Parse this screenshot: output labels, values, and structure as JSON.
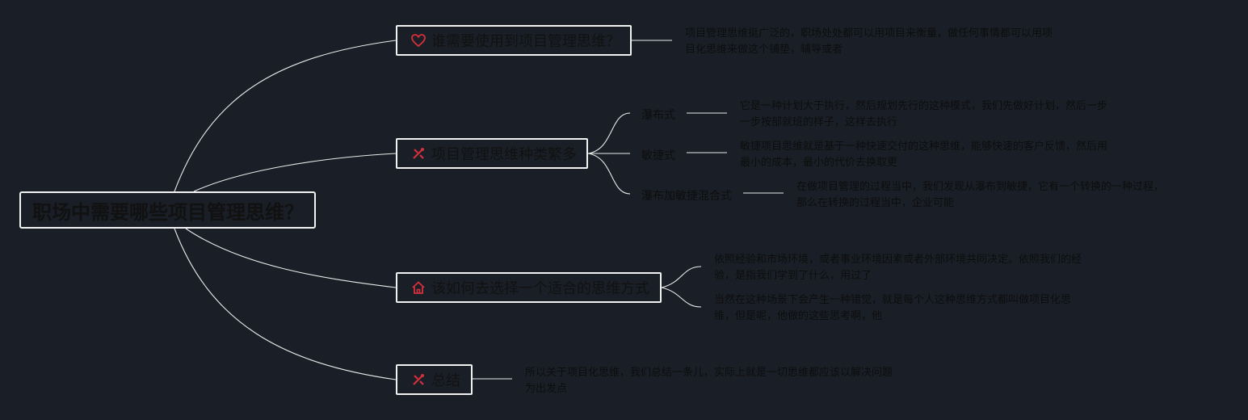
{
  "root": {
    "title": "职场中需要哪些项目管理思维？"
  },
  "branches": [
    {
      "title": "谁需要使用到项目管理思维？",
      "icon": "heart-icon",
      "desc": [
        "项目管理思维挺广泛的，职场处处都可以用项目来衡量，做任何事情都可以用项",
        "目化思维来做这个铺垫，辅导或者"
      ]
    },
    {
      "title": "项目管理思维种类繁多",
      "icon": "tools-icon",
      "children": [
        {
          "label": "瀑布式",
          "desc": [
            "它是一种计划大于执行，然后规划先行的这种模式，我们先做好计划，然后一步",
            "一步按部就班的样子，这样去执行"
          ]
        },
        {
          "label": "敏捷式",
          "desc": [
            "敏捷项目思维就是基于一种快速交付的这种思维，能够快速的客户反馈，然后用",
            "最小的成本，最小的代价去换取更"
          ]
        },
        {
          "label": "瀑布加敏捷混合式",
          "desc": [
            "在做项目管理的过程当中，我们发现从瀑布到敏捷，它有一个转换的一种过程，",
            "那么在转换的过程当中，企业可能"
          ]
        }
      ]
    },
    {
      "title": "该如何去选择一个适合的思维方式",
      "icon": "home-icon",
      "children": [
        {
          "desc": [
            "依照经验和市场环境，或者事业环境因素或者外部环境共同决定。依照我们的经",
            "验，是指我们学到了什么，用过了"
          ]
        },
        {
          "desc": [
            "当然在这种场景下会产生一种错觉，就是每个人这种思维方式都叫做项目化思",
            "维，但是呢，他做的这些思考啊，他"
          ]
        }
      ]
    },
    {
      "title": "总结",
      "icon": "tools-icon",
      "desc": [
        "所以关于项目化思维，我们总结一条儿，实际上就是一切思维都应该以解决问题",
        "为出发点"
      ]
    }
  ],
  "colors": {
    "background": "#1a1f27",
    "icon": "#d62f3c",
    "border": "#f2f2f2",
    "connector": "#e8e8e8"
  }
}
